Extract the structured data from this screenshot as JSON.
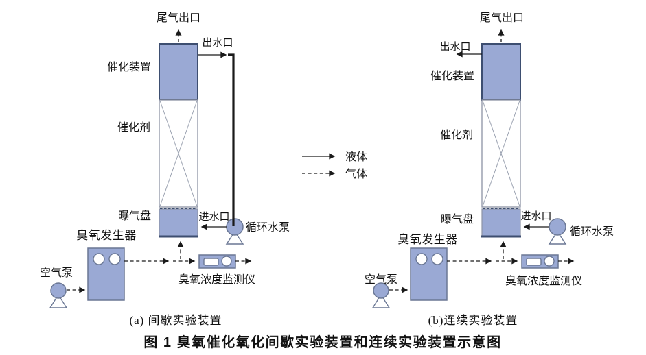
{
  "figure_caption": "图 1  臭氧催化氧化间歇实验装置和连续实验装置示意图",
  "legend": {
    "liquid_label": "液体",
    "gas_label": "气体"
  },
  "colors": {
    "device_fill": "#9aa9d4",
    "device_stroke": "#6a7794",
    "column_border": "#3d4e70",
    "section_border": "#8d93a5",
    "cross_line": "#9aa1b0",
    "line": "#1a1a1a",
    "text": "#111111"
  },
  "diagram_a": {
    "caption": "(a) 间歇实验装置",
    "labels": {
      "tail_gas_outlet": "尾气出口",
      "water_outlet": "出水口",
      "catalytic_device": "催化装置",
      "catalyst": "催化剂",
      "aeration_disc": "曝气盘",
      "water_inlet": "进水口",
      "circulation_pump": "循环水泵",
      "ozone_generator": "臭氧发生器",
      "air_pump": "空气泵",
      "ozone_monitor": "臭氧浓度监测仪"
    }
  },
  "diagram_b": {
    "caption": "(b)连续实验装置",
    "labels": {
      "tail_gas_outlet": "尾气出口",
      "water_outlet": "出水口",
      "catalytic_device": "催化装置",
      "catalyst": "催化剂",
      "aeration_disc": "曝气盘",
      "water_inlet": "进水口",
      "circulation_pump": "循环水泵",
      "ozone_generator": "臭氧发生器",
      "air_pump": "空气泵",
      "ozone_monitor": "臭氧浓度监测仪"
    }
  }
}
